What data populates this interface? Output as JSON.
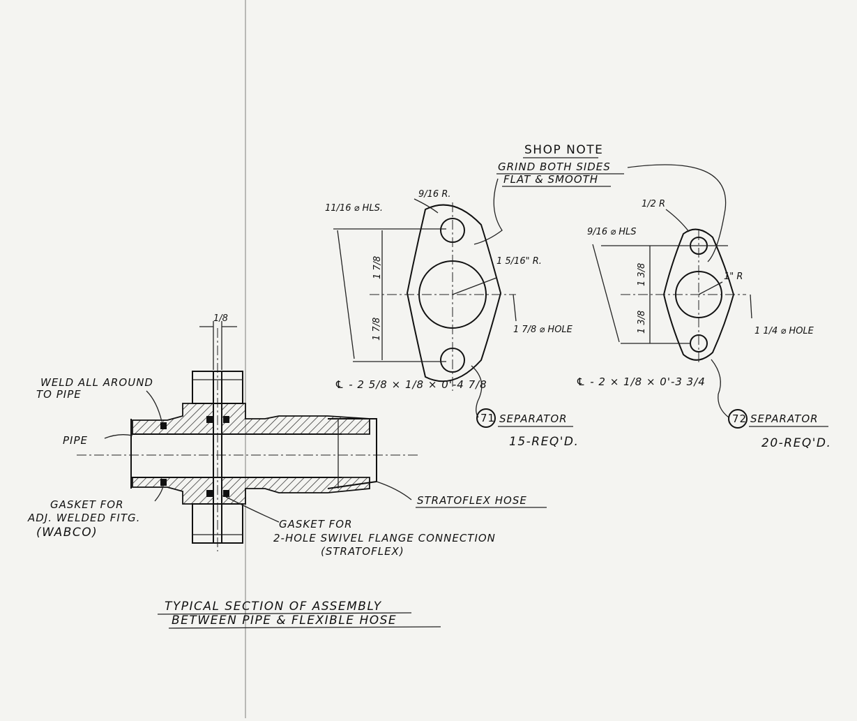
{
  "assembly": {
    "title_line1": "TYPICAL SECTION OF ASSEMBLY",
    "title_line2": "BETWEEN PIPE & FLEXIBLE HOSE",
    "weld_note_line1": "WELD ALL AROUND",
    "weld_note_line2": "TO PIPE",
    "pipe_label": "PIPE",
    "hose_label": "STRATOFLEX HOSE",
    "gasket_left_line1": "GASKET FOR",
    "gasket_left_line2": "ADJ. WELDED FITG.",
    "gasket_left_line3": "(WABCO)",
    "gasket_right_line1": "GASKET FOR",
    "gasket_right_line2": "2-HOLE SWIVEL FLANGE CONNECTION",
    "gasket_right_line3": "(STRATOFLEX)",
    "gap_dim": "1/8"
  },
  "shop_note": {
    "title": "SHOP NOTE",
    "line1": "GRIND BOTH SIDES",
    "line2": "FLAT & SMOOTH"
  },
  "separator_71": {
    "corner_radius": "9/16 R.",
    "holes": "11/16 ⌀ HLS.",
    "dim_upper": "1 7/8",
    "dim_lower": "1 7/8",
    "inner_radius": "1 5/16\" R.",
    "center_hole": "1 7/8 ⌀ HOLE",
    "stock": "℄ - 2 5/8 × 1/8 × 0'-4 7/8",
    "number": "71",
    "name": "SEPARATOR",
    "qty": "15-REQ'D."
  },
  "separator_72": {
    "corner_radius": "1/2 R",
    "holes": "9/16 ⌀ HLS",
    "dim_upper": "1 3/8",
    "dim_lower": "1 3/8",
    "inner_radius": "1\" R",
    "center_hole": "1 1/4 ⌀ HOLE",
    "stock": "℄ - 2 × 1/8 × 0'-3 3/4",
    "number": "72",
    "name": "SEPARATOR",
    "qty": "20-REQ'D."
  }
}
